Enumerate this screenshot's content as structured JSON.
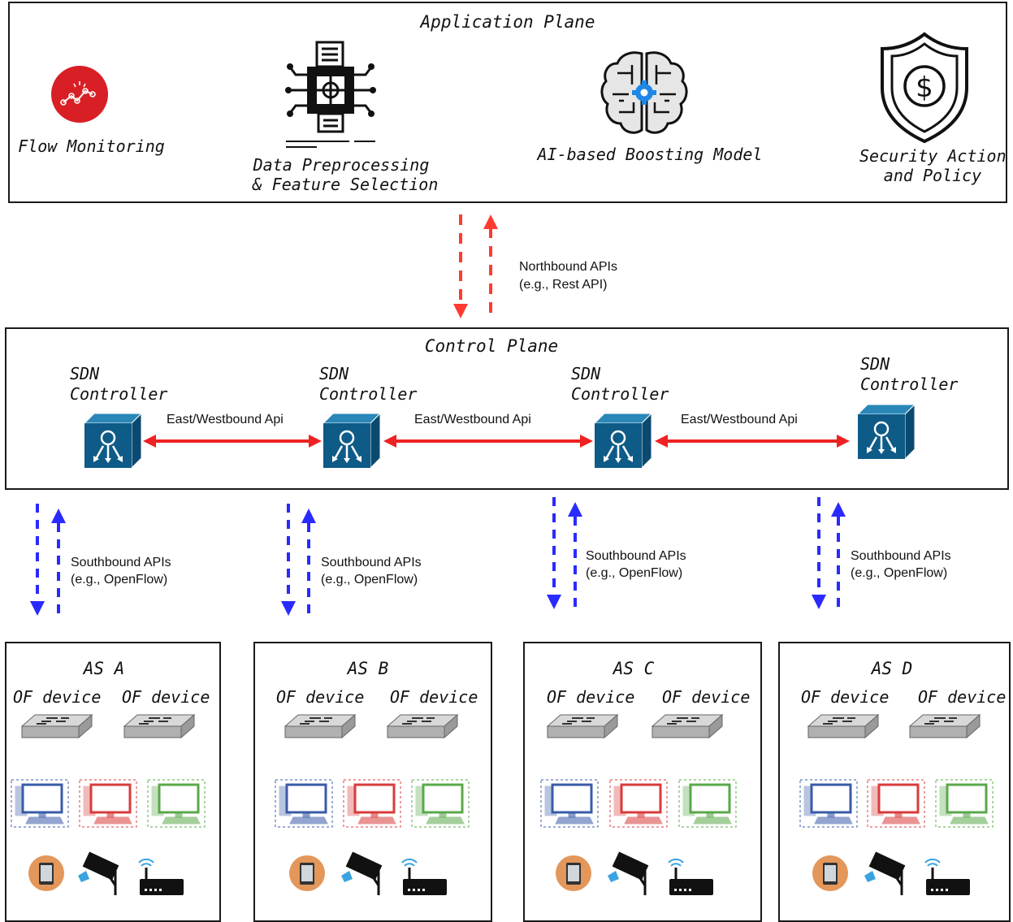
{
  "application_plane": {
    "title": "Application Plane",
    "modules": [
      {
        "label": "Flow Monitoring"
      },
      {
        "label_line1": "Data Preprocessing",
        "label_line2": "& Feature Selection"
      },
      {
        "label": "AI-based Boosting Model"
      },
      {
        "label_line1": "Security Action",
        "label_line2": "and Policy"
      }
    ]
  },
  "northbound": {
    "line1": "Northbound APIs",
    "line2": "(e.g., Rest API)"
  },
  "control_plane": {
    "title": "Control Plane",
    "controllers": [
      {
        "line1": "SDN",
        "line2": "Controller"
      },
      {
        "line1": "SDN",
        "line2": "Controller"
      },
      {
        "line1": "SDN",
        "line2": "Controller"
      },
      {
        "line1": "SDN",
        "line2": "Controller"
      }
    ],
    "east_west_label": "East/Westbound Api"
  },
  "southbound": {
    "line1": "Southbound APIs",
    "line2": "(e.g., OpenFlow)"
  },
  "autonomous_systems": [
    {
      "name": "AS A",
      "devices": [
        "OF device",
        "OF device"
      ]
    },
    {
      "name": "AS B",
      "devices": [
        "OF device",
        "OF device"
      ]
    },
    {
      "name": "AS C",
      "devices": [
        "OF device",
        "OF device"
      ]
    },
    {
      "name": "AS D",
      "devices": [
        "OF device",
        "OF device"
      ]
    }
  ],
  "colors": {
    "northbound_arrow": "#ff3b30",
    "east_west_arrow": "#ee2222",
    "southbound_arrow": "#2a2aff",
    "controller": "#0e5b87",
    "flow_monitor": "#d81f26",
    "pc_blue": "#3a5ba8",
    "pc_red": "#d93b3b",
    "pc_green": "#5aa84a",
    "tablet_circle": "#e3975a"
  }
}
